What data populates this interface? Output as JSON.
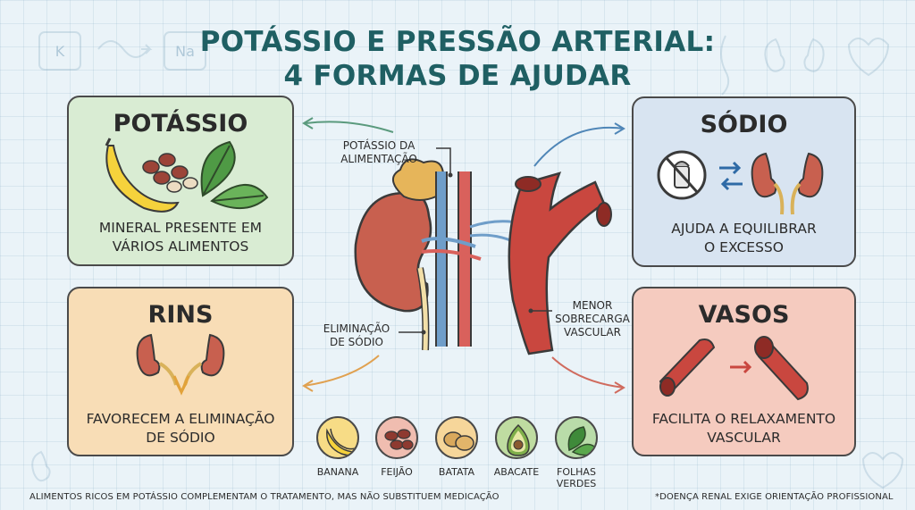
{
  "title_line1": "POTÁSSIO E PRESSÃO ARTERIAL:",
  "title_line2": "4 FORMAS DE AJUDAR",
  "cards": {
    "potassio": {
      "heading": "POTÁSSIO",
      "line1": "MINERAL PRESENTE EM",
      "line2": "VÁRIOS ALIMENTOS"
    },
    "sodio": {
      "heading": "SÓDIO",
      "line1": "AJUDA A EQUILIBRAR",
      "line2": "O EXCESSO"
    },
    "rins": {
      "heading": "RINS",
      "line1": "FAVORECEM A ELIMINAÇÃO",
      "line2": "DE SÓDIO"
    },
    "vasos": {
      "heading": "VASOS",
      "line1": "FACILITA O RELAXAMENTO",
      "line2": "VASCULAR"
    }
  },
  "center_labels": {
    "potassio_alimentacao_1": "POTÁSSIO DA",
    "potassio_alimentacao_2": "ALIMENTAÇÃO",
    "eliminacao_1": "ELIMINAÇÃO",
    "eliminacao_2": "DE SÓDIO",
    "sobrecarga_1": "MENOR",
    "sobrecarga_2": "SOBRECARGA",
    "sobrecarga_3": "VASCULAR"
  },
  "corner_icons": {
    "left_box_1": "K",
    "left_box_2": "Na"
  },
  "foods": [
    {
      "line1": "BANANA",
      "line2": "",
      "icon": "banana-icon",
      "bg": "#f7dc86"
    },
    {
      "line1": "FEIJÃO",
      "line2": "",
      "icon": "bean-icon",
      "bg": "#f0bdb0"
    },
    {
      "line1": "BATATA",
      "line2": "",
      "icon": "potato-icon",
      "bg": "#f6d69a"
    },
    {
      "line1": "ABACATE",
      "line2": "",
      "icon": "avocado-icon",
      "bg": "#bfdca1"
    },
    {
      "line1": "FOLHAS",
      "line2": "VERDES",
      "icon": "leaves-icon",
      "bg": "#b9dca9"
    }
  ],
  "footer_left": "ALIMENTOS RICOS EM POTÁSSIO COMPLEMENTAM O TRATAMENTO, MAS NÃO SUBSTITUEM MEDICAÇÃO",
  "footer_right": "*DOENÇA RENAL EXIGE ORIENTAÇÃO PROFISSIONAL",
  "colors": {
    "title": "#1f5f63",
    "potassio_bg": "#d9ecd3",
    "sodio_bg": "#d8e4f1",
    "rins_bg": "#f8ddb6",
    "vasos_bg": "#f5cbbf",
    "kidney": "#c8604f",
    "artery": "#d9615c",
    "vein": "#6f9ec9"
  }
}
